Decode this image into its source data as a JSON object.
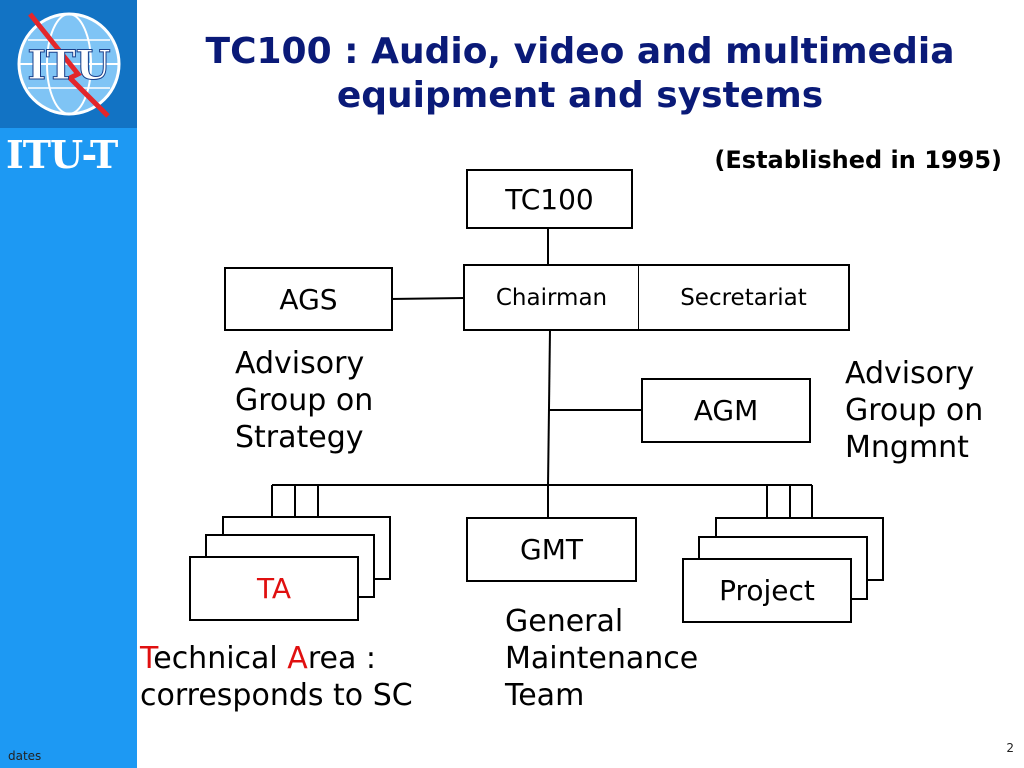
{
  "slide": {
    "title_line1": "TC100 : Audio, video and multimedia",
    "title_line2": "equipment and systems",
    "subtitle": "(Established in 1995)",
    "brand": "ITU-T",
    "logo_text": "ITU",
    "footer_left": "dates",
    "page_number": "2"
  },
  "diagram": {
    "nodes": {
      "tc100": "TC100",
      "chairman": "Chairman",
      "secretariat": "Secretariat",
      "ags": "AGS",
      "agm": "AGM",
      "gmt": "GMT",
      "ta": "TA",
      "project": "Project"
    },
    "descriptions": {
      "ags": [
        "Advisory",
        "Group on",
        "Strategy"
      ],
      "agm": [
        "Advisory",
        "Group on",
        "Mngmnt"
      ],
      "gmt": [
        "General",
        "Maintenance",
        "Team"
      ],
      "ta": {
        "t": "T",
        "echnical": "echnical ",
        "a": "A",
        "rea": "rea :",
        "line2": "corresponds to SC"
      }
    }
  },
  "colors": {
    "title": "#0a1a78",
    "sidebar": "#1d99f3",
    "logo_panel": "#1273c4",
    "accent_red": "#e01010"
  }
}
